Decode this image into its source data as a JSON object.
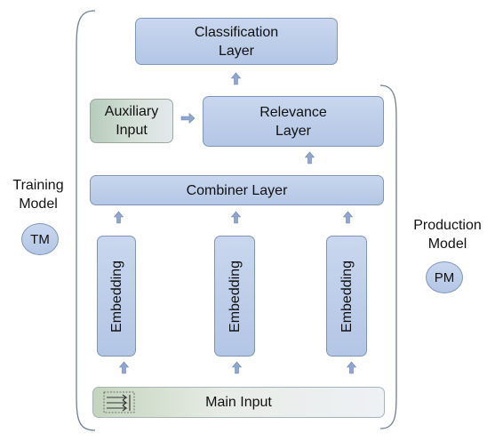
{
  "boxes": {
    "classification": "Classification\nLayer",
    "auxiliary": "Auxiliary\nInput",
    "relevance": "Relevance\nLayer",
    "combiner": "Combiner Layer",
    "embedding_1": "Embedding",
    "embedding_2": "Embedding",
    "embedding_3": "Embedding",
    "main_input": "Main Input"
  },
  "labels": {
    "training_model": "Training\nModel",
    "training_badge": "TM",
    "production_model": "Production\nModel",
    "production_badge": "PM"
  },
  "colors": {
    "box_fill": "#b3c6e5",
    "box_border": "#8096b8",
    "arrow": "#8fa6cf",
    "bracket": "#6f7f95"
  },
  "icons": {
    "main_input": "input-arrows-icon"
  }
}
